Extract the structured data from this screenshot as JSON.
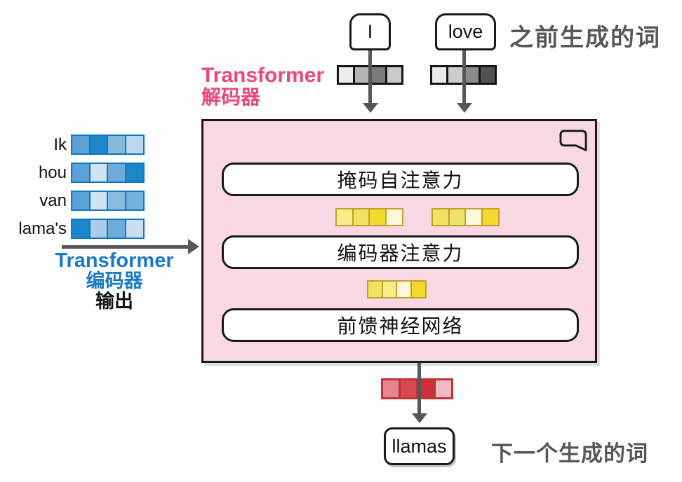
{
  "colors": {
    "decoder_title_pink": "#e8487a",
    "decoder_box_fill": "#f8d8e3",
    "encoder_blue": "#1b7ac1",
    "caption_gray": "#57575a",
    "arrow_gray": "#57575a",
    "outline_black": "#1a1a1a",
    "blue_cell_border": "#1478bc",
    "yellow_cell_border": "#c3a02a",
    "red_cell_border": "#c03338"
  },
  "top": {
    "caption": "之前生成的词",
    "tokens": [
      {
        "text": "I",
        "vector": [
          "#ececec",
          "#b5b5b5",
          "#7b7b7b",
          "#c9c9c9"
        ]
      },
      {
        "text": "love",
        "vector": [
          "#eaeaea",
          "#cdcdcd",
          "#8b8b8b",
          "#525252"
        ]
      }
    ]
  },
  "decoder": {
    "title_en": "Transformer",
    "title_zh": "解码器",
    "corner_icon": "speech-bubble-icon",
    "layers": [
      {
        "label": "掩码自注意力"
      },
      {
        "label": "编码器注意力"
      },
      {
        "label": "前馈神经网络"
      }
    ],
    "internal_vectors": {
      "masked_pair": [
        [
          "#f6ec8a",
          "#f0e160",
          "#f3d92e",
          "#fdf7d9"
        ],
        [
          "#f0e160",
          "#efe268",
          "#fdf7d9",
          "#f3d92e"
        ]
      ],
      "cross_single": [
        "#f0e160",
        "#f6ec8a",
        "#fdf7d9",
        "#f3d92e"
      ]
    }
  },
  "encoder": {
    "label_en": "Transformer",
    "label_zh": "编码器",
    "label_out": "输出",
    "tokens": [
      {
        "text": "Ik",
        "vector": [
          "#5ba1d5",
          "#1c86ca",
          "#84b8df",
          "#bcd8ee"
        ]
      },
      {
        "text": "hou",
        "vector": [
          "#5ba1d5",
          "#cfe3f3",
          "#6fabd9",
          "#1c86ca"
        ]
      },
      {
        "text": "van",
        "vector": [
          "#5ba1d5",
          "#cfe3f3",
          "#8abce1",
          "#74b0dc"
        ]
      },
      {
        "text": "lama's",
        "vector": [
          "#1c86ca",
          "#a8cce9",
          "#6fabd9",
          "#c8dff1"
        ]
      }
    ]
  },
  "output": {
    "vector": [
      "#e5858e",
      "#d6494f",
      "#cb3137",
      "#f0bac0"
    ],
    "token": "llamas",
    "caption": "下一个生成的词"
  }
}
